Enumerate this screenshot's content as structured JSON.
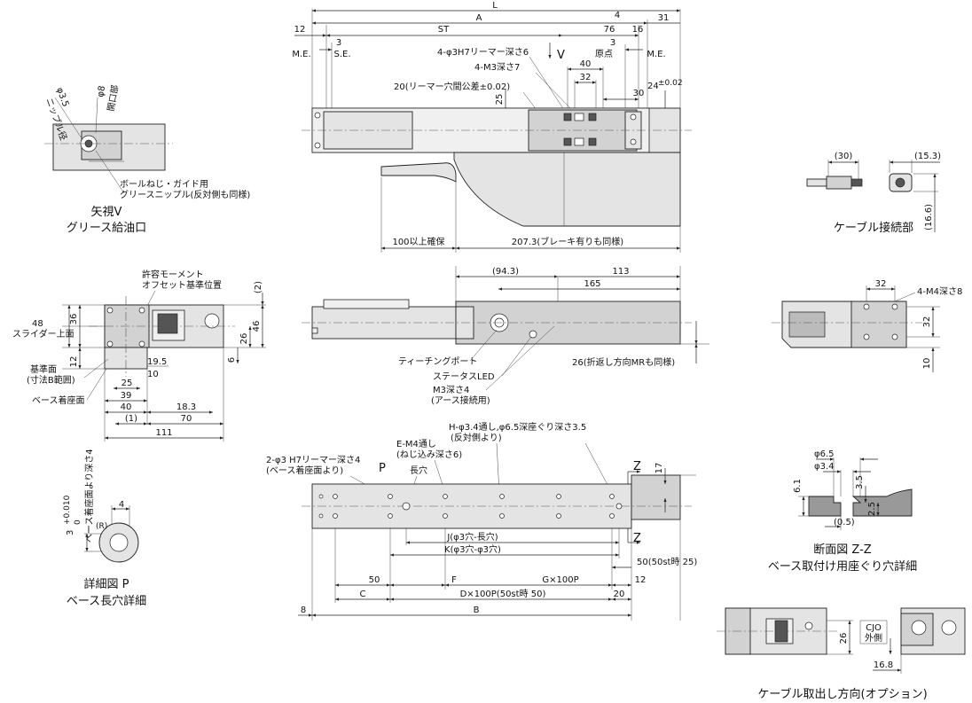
{
  "top_view": {
    "dims": {
      "L": "L",
      "A": "A",
      "d4": "4",
      "d31": "31",
      "d12": "12",
      "ST": "ST",
      "d76": "76",
      "d16": "16",
      "d3a": "3",
      "d3b": "3",
      "ME_left": "M.E.",
      "SE": "S.E.",
      "ME_right": "M.E.",
      "origin": "原点",
      "d40": "40",
      "d32": "32",
      "d30": "30",
      "d25": "25",
      "d24": "24",
      "d24_tol": "±0.02",
      "d100": "100以上確保",
      "d207": "207.3(ブレーキ有りも同様)"
    },
    "callouts": {
      "reamer": "4-φ3H7リーマー深さ6",
      "m3": "4-M3深さ7",
      "reamer_tol": "20(リーマー穴間公差±0.02)",
      "view_v": "V"
    }
  },
  "grease_view": {
    "d35": "φ3.5",
    "nipple_dia": "ニップル径",
    "d8": "φ8",
    "opening": "開口部",
    "note1": "ボールねじ・ガイド用",
    "note2": "グリースニップル(反対側も同様)",
    "caption1": "矢視V",
    "caption2": "グリース給油口"
  },
  "cable_connection": {
    "d30": "(30)",
    "d153": "(15.3)",
    "d166": "(16.6)",
    "caption": "ケーブル接続部"
  },
  "end_view": {
    "allow_moment1": "許容モーメント",
    "allow_moment2": "オフセット基準位置",
    "d2": "(2)",
    "d48": "48",
    "slider_top": "スライダー上面",
    "d36": "36",
    "d46": "46",
    "d26": "26",
    "d6": "6",
    "d12": "12",
    "d195": "19.5",
    "d10": "10",
    "ref_face1": "基準面",
    "ref_face2": "(寸法B範囲)",
    "d25": "25",
    "base_face": "ベース着座面",
    "d39": "39",
    "d183": "18.3",
    "d40": "40",
    "d70": "70",
    "d1": "(1)",
    "d111": "111"
  },
  "side_view": {
    "d943": "(94.3)",
    "d113": "113",
    "d165": "165",
    "teaching_port": "ティーチングポート",
    "status_led": "ステータスLED",
    "m3": "M3深さ4",
    "ground": "(アース接続用)",
    "d26": "26(折返し方向MRも同様)"
  },
  "end_right_view": {
    "d32": "32",
    "m4": "4-M4深さ8",
    "d32v": "32",
    "d10": "10"
  },
  "base_view": {
    "h_holes1": "H-φ3.4通し,φ6.5深座ぐり深さ3.5",
    "h_holes2": "(反対側より)",
    "e_holes1": "E-M4通し",
    "e_holes2": "(ねじ込み深さ6)",
    "reamer1": "2-φ3 H7リーマー深さ4",
    "reamer2": "(ベース着座面より)",
    "P": "P",
    "slot": "長穴",
    "Z1": "Z",
    "Z2": "Z",
    "d17": "17",
    "J": "J(φ3穴-長穴)",
    "K": "K(φ3穴-φ3穴)",
    "d50st": "50(50st時 25)",
    "d50": "50",
    "F": "F",
    "GP": "G×100P",
    "d12": "12",
    "C": "C",
    "DP": "D×100P(50st時 50)",
    "d20": "20",
    "d8": "8",
    "B": "B"
  },
  "detail_p": {
    "d3": "3",
    "tol_upper": "+0.010",
    "tol_lower": "0",
    "depth": "ベース着座面より深さ4",
    "d4": "4",
    "R": "(R)",
    "caption1": "詳細図 P",
    "caption2": "ベース長穴詳細"
  },
  "section_zz": {
    "d65": "φ6.5",
    "d34": "φ3.4",
    "d61": "6.1",
    "d35": "3.5",
    "d25": "2.5",
    "d05": "(0.5)",
    "caption1": "断面図 Z-Z",
    "caption2": "ベース取付け用座ぐり穴詳細"
  },
  "cable_option": {
    "d26": "26",
    "d168": "16.8",
    "cjo1": "CJO",
    "cjo2": "外側",
    "caption": "ケーブル取出し方向(オプション)"
  }
}
